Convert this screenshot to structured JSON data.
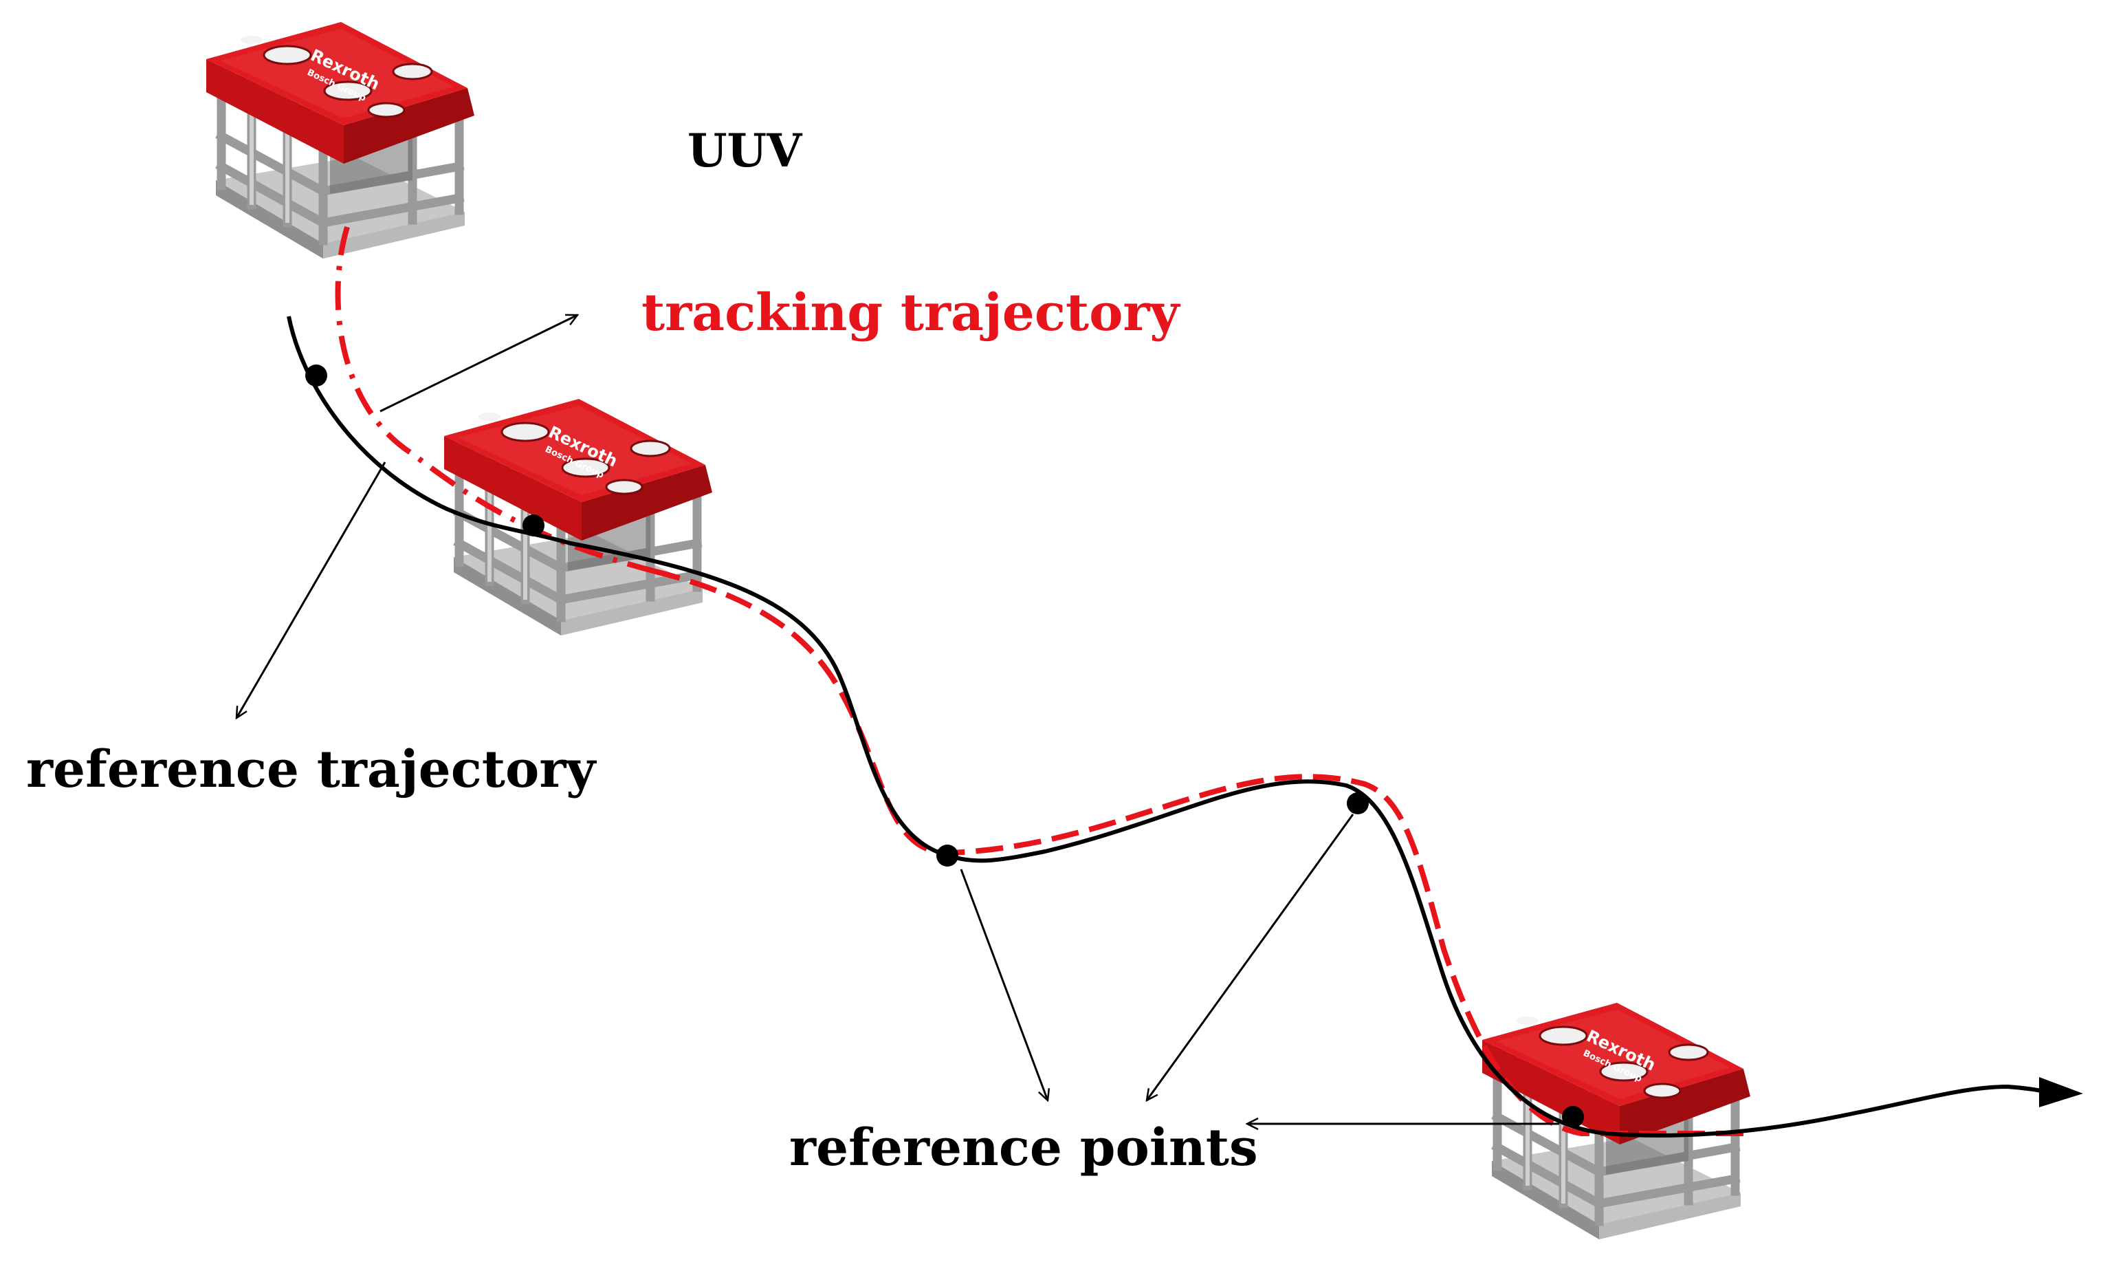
{
  "labels": {
    "uuv": "UUV",
    "tracking_trajectory": "tracking trajectory",
    "reference_trajectory": "reference trajectory",
    "reference_points": "reference points"
  },
  "vehicle_logo": {
    "brand": "Rexroth",
    "sub": "Bosch Group"
  },
  "colors": {
    "reference_trajectory": "#000000",
    "tracking_trajectory": "#e8141c",
    "tracking_label": "#e8141c",
    "vehicle_body": "#dc1a1f",
    "vehicle_frame": "#a9a9a9",
    "vehicle_base": "#d3d3d3"
  },
  "icons": {
    "vehicle": "uuv-vehicle-icon",
    "reference_point": "dot-marker",
    "arrow": "arrow-line"
  }
}
